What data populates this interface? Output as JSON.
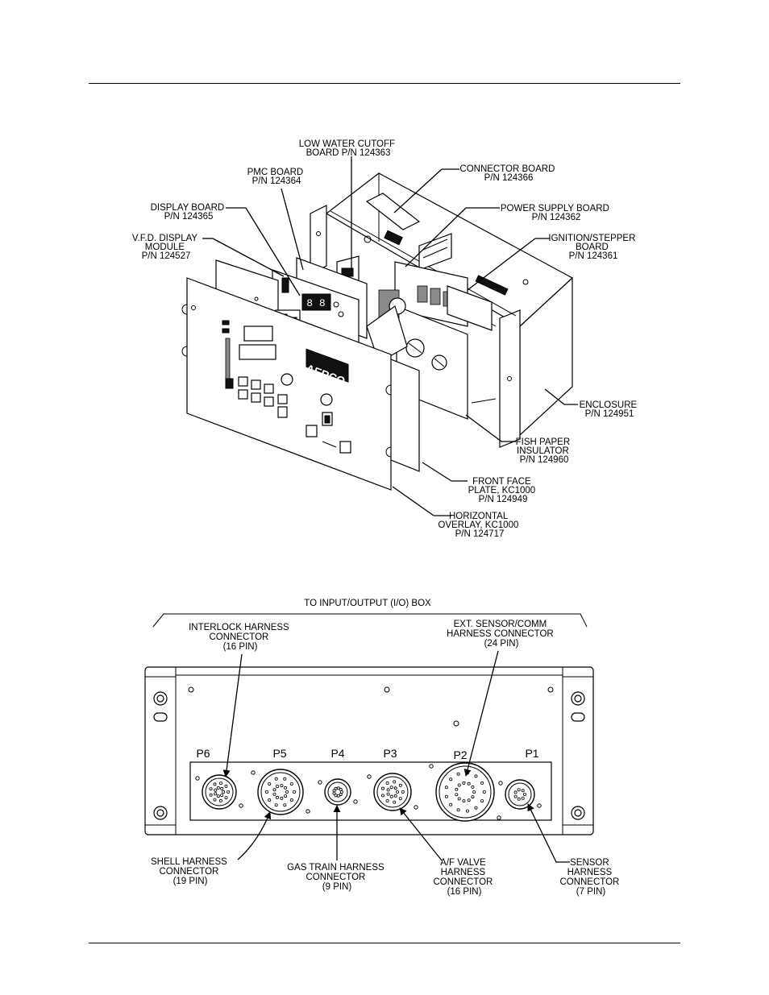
{
  "exploded_view": {
    "labels": {
      "lwco": [
        "LOW WATER CUTOFF",
        "BOARD P/N 124363"
      ],
      "pmc": [
        "PMC BOARD",
        "P/N 124364"
      ],
      "display": [
        "DISPLAY BOARD",
        "P/N 124365"
      ],
      "vfd": [
        "V.F.D. DISPLAY",
        "MODULE",
        "P/N 124527"
      ],
      "connector": [
        "CONNECTOR BOARD",
        "P/N 124366"
      ],
      "power": [
        "POWER SUPPLY BOARD",
        "P/N 124362"
      ],
      "ignition": [
        "IGNITION/STEPPER",
        "BOARD",
        "P/N 124361"
      ],
      "enclosure": [
        "ENCLOSURE",
        "P/N 124951"
      ],
      "fish": [
        "FISH PAPER",
        "INSULATOR",
        "P/N 124960"
      ],
      "front": [
        "FRONT FACE",
        "PLATE, KC1000",
        "P/N 124949"
      ],
      "overlay": [
        "HORIZONTAL",
        "OVERLAY, KC1000",
        "P/N 124717"
      ]
    },
    "logo_text": "AERCO"
  },
  "rear_view": {
    "title": "TO INPUT/OUTPUT (I/O) BOX",
    "top_labels": {
      "interlock": [
        "INTERLOCK  HARNESS",
        "CONNECTOR",
        "(16 PIN)"
      ],
      "ext_sensor": [
        "EXT. SENSOR/COMM",
        "HARNESS CONNECTOR",
        "(24 PIN)"
      ]
    },
    "ports": [
      "P6",
      "P5",
      "P4",
      "P3",
      "P2",
      "P1"
    ],
    "bottom_labels": {
      "shell": [
        "SHELL HARNESS",
        "CONNECTOR",
        "(19 PIN)"
      ],
      "gas": [
        "GAS TRAIN HARNESS",
        "CONNECTOR",
        "(9 PIN)"
      ],
      "af": [
        "A/F VALVE",
        "HARNESS",
        "CONNECTOR",
        "(16 PIN)"
      ],
      "sensor": [
        "SENSOR",
        "HARNESS",
        "CONNECTOR",
        "(7 PIN)"
      ]
    }
  }
}
